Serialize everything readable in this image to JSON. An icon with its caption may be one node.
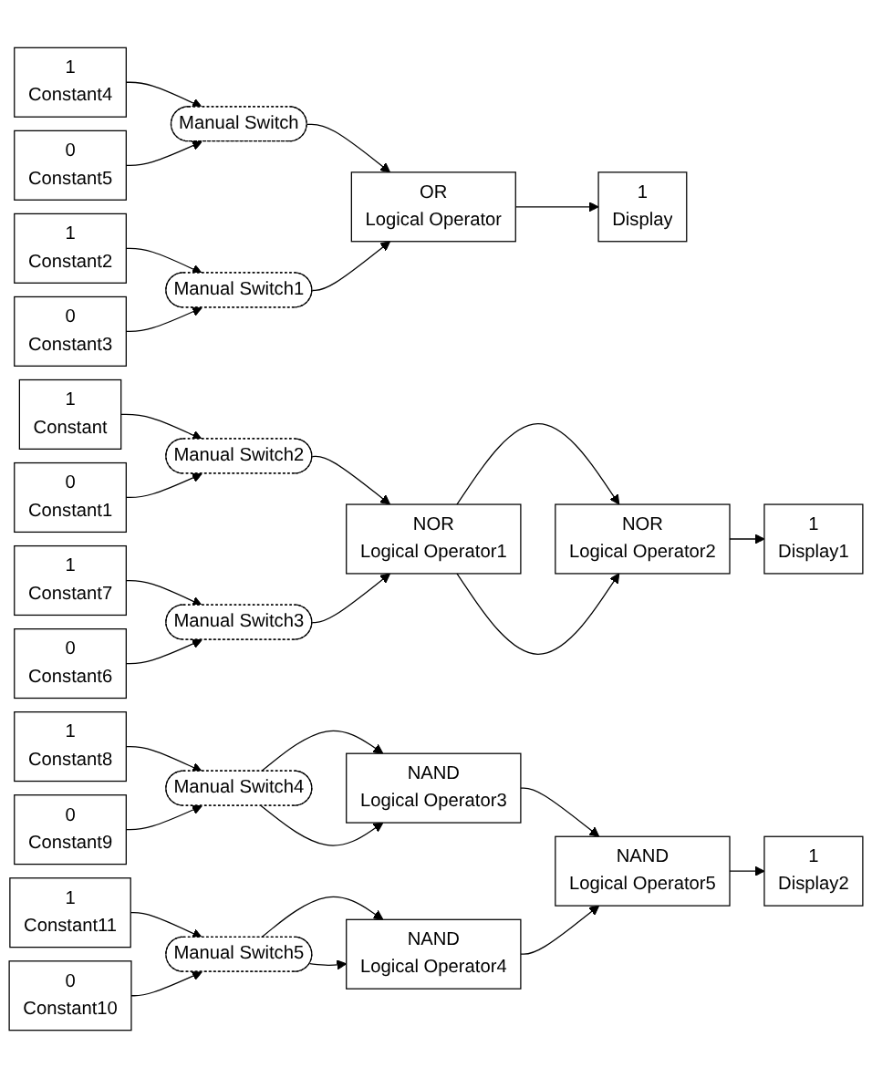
{
  "diagram": {
    "nodes": [
      {
        "text": [
          "1",
          "Constant4"
        ]
      },
      {
        "text": [
          "0",
          "Constant5"
        ]
      },
      {
        "text": [
          "Manual Switch"
        ]
      },
      {
        "text": [
          "1",
          "Constant2"
        ]
      },
      {
        "text": [
          "0",
          "Constant3"
        ]
      },
      {
        "text": [
          "Manual Switch1"
        ]
      },
      {
        "text": [
          "OR",
          "Logical Operator"
        ]
      },
      {
        "text": [
          "1",
          "Display"
        ]
      },
      {
        "text": [
          "1",
          "Constant"
        ]
      },
      {
        "text": [
          "0",
          "Constant1"
        ]
      },
      {
        "text": [
          "Manual Switch2"
        ]
      },
      {
        "text": [
          "1",
          "Constant7"
        ]
      },
      {
        "text": [
          "0",
          "Constant6"
        ]
      },
      {
        "text": [
          "Manual Switch3"
        ]
      },
      {
        "text": [
          "NOR",
          "Logical Operator1"
        ]
      },
      {
        "text": [
          "NOR",
          "Logical Operator2"
        ]
      },
      {
        "text": [
          "1",
          "Display1"
        ]
      },
      {
        "text": [
          "1",
          "Constant8"
        ]
      },
      {
        "text": [
          "0",
          "Constant9"
        ]
      },
      {
        "text": [
          "Manual Switch4"
        ]
      },
      {
        "text": [
          "1",
          "Constant11"
        ]
      },
      {
        "text": [
          "0",
          "Constant10"
        ]
      },
      {
        "text": [
          "Manual Switch5"
        ]
      },
      {
        "text": [
          "NAND",
          "Logical Operator3"
        ]
      },
      {
        "text": [
          "NAND",
          "Logical Operator4"
        ]
      },
      {
        "text": [
          "NAND",
          "Logical Operator5"
        ]
      },
      {
        "text": [
          "1",
          "Display2"
        ]
      }
    ],
    "edges": [
      {
        "from": 0,
        "to": 2,
        "arrow": "to"
      },
      {
        "from": 1,
        "to": 2,
        "arrow": "to"
      },
      {
        "from": 2,
        "to": 6,
        "arrow": "to"
      },
      {
        "from": 3,
        "to": 5,
        "arrow": "to"
      },
      {
        "from": 4,
        "to": 5,
        "arrow": "to"
      },
      {
        "from": 5,
        "to": 6,
        "arrow": "to"
      },
      {
        "from": 6,
        "to": 7,
        "arrow": "to"
      },
      {
        "from": 8,
        "to": 10,
        "arrow": "to"
      },
      {
        "from": 9,
        "to": 10,
        "arrow": "to"
      },
      {
        "from": 10,
        "to": 14,
        "arrow": "to"
      },
      {
        "from": 11,
        "to": 13,
        "arrow": "to"
      },
      {
        "from": 12,
        "to": 13,
        "arrow": "to"
      },
      {
        "from": 13,
        "to": 14,
        "arrow": "to"
      },
      {
        "from": 14,
        "to": 15,
        "arrow": "to"
      },
      {
        "from": 14,
        "to": 15,
        "arrow": "to"
      },
      {
        "from": 15,
        "to": 16,
        "arrow": "to"
      },
      {
        "from": 17,
        "to": 19,
        "arrow": "to"
      },
      {
        "from": 18,
        "to": 19,
        "arrow": "to"
      },
      {
        "from": 19,
        "to": 23,
        "arrow": "to"
      },
      {
        "from": 19,
        "to": 23,
        "arrow": "to"
      },
      {
        "from": 20,
        "to": 22,
        "arrow": "to"
      },
      {
        "from": 21,
        "to": 22,
        "arrow": "to"
      },
      {
        "from": 22,
        "to": 24,
        "arrow": "to"
      },
      {
        "from": 22,
        "to": 24,
        "arrow": "to"
      },
      {
        "from": 23,
        "to": 25,
        "arrow": "to"
      },
      {
        "from": 24,
        "to": 25,
        "arrow": "to"
      },
      {
        "from": 25,
        "to": 26,
        "arrow": "to"
      }
    ]
  }
}
